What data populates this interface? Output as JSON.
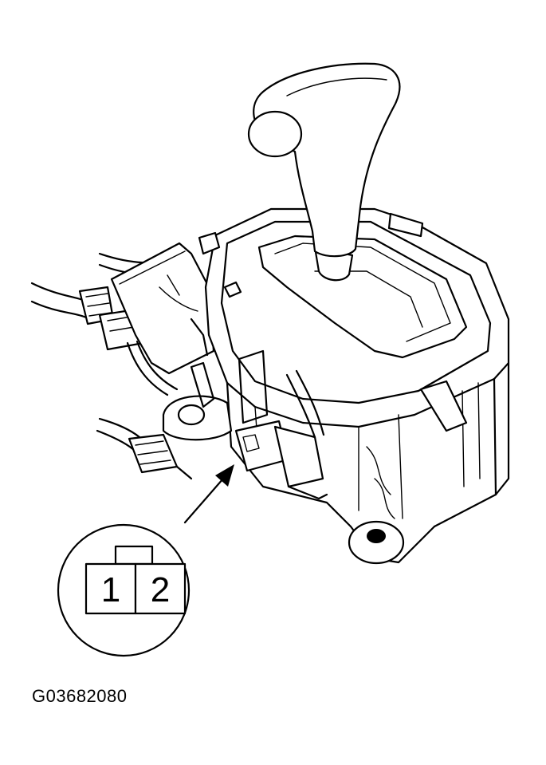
{
  "figure": {
    "id": "G03682080"
  },
  "connector": {
    "pins": [
      "1",
      "2"
    ]
  },
  "colors": {
    "line": "#000000",
    "background": "#ffffff"
  },
  "icons": [
    "shift-lever-knob",
    "shift-console",
    "wiring-harness",
    "electrical-connector",
    "callout-arrow",
    "connector-face-detail"
  ]
}
